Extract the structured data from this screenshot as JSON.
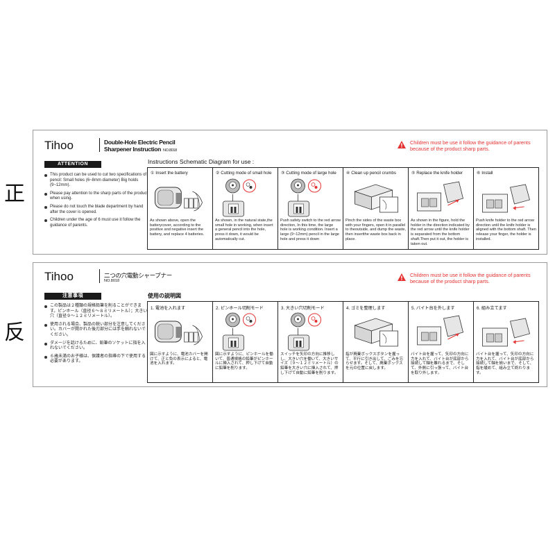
{
  "side_labels": {
    "front": "正",
    "back": "反"
  },
  "colors": {
    "warning": "#e53030",
    "attention_bg": "#1a1a1a"
  },
  "en": {
    "brand": "Tihoo",
    "title_line1": "Double-Hole Electric Pencil",
    "title_line2": "Sharpener Instruction",
    "model": "NO.8018",
    "warning": "Children must be use it follow the guidance of parents because of the product sharp parts.",
    "attention_label": "ATTENTION",
    "bullets": [
      "This product can be used to cut two specifications of pencil: Small holes (6~8mm diameter) Big holds (9~12mm).",
      "Please pay attention to the sharp parts of the product when using.",
      "Please do not touch the blade department by hand after the cover is opened.",
      "Children under the age of 6 must use it follow the guidance of parents."
    ],
    "schematic_title": "Instructions Schematic Diagram for use :",
    "steps": [
      {
        "head": "① Insert the battery",
        "text": "As shown above, open the batterycover, according to the positive and negative insert the battery, and replace 4 batteries.",
        "icon": "battery-install-icon"
      },
      {
        "head": "② Cutting mode of small hole",
        "text": "As shown, in the natural state,the small hole in working, when insert a general pencil into the hole, press it down, it would be automatically cut.",
        "icon": "small-hole-mode-icon"
      },
      {
        "head": "③ Cutting mode of large hole",
        "text": "Push safety switch to the red arrow direction, In this time, the large hole is working condition. Insert a large (9~12mm) pencil in the large hole and press it down",
        "icon": "large-hole-mode-icon"
      },
      {
        "head": "④ Clean up pencil crumbs",
        "text": "Pinch the sides of the waste box with your fingers, open it in parallel to theoutside, and dump the waste, then insertthe waste box back in place.",
        "icon": "waste-box-icon"
      },
      {
        "head": "⑤ Replace the knife holder",
        "text": "As shown in the figure, hold the holder in the direction indicated by the red arrow until the knife holder is separated from the bottom shaft.Then put it out, the holder is taken out.",
        "icon": "knife-holder-remove-icon"
      },
      {
        "head": "⑥ Install",
        "text": "Push knife holder to the red arrow direction until the knife holder is aligned with the bottom shaft. Then release your finger, the holder is installed.",
        "icon": "knife-holder-install-icon"
      }
    ]
  },
  "ja": {
    "brand": "Tihoo",
    "title_line1": "二つの穴電動シャープナー",
    "model": "NO.8018",
    "warning": "Children must be use it follow the guidance of parents because of the product sharp parts.",
    "attention_label": "注意事項",
    "bullets": [
      "この製品は２種類の規格鉛筆を削ることができます。ピンホール（直径６～８ミリメートル）；大きい穴（直径９～１２ミリメートル）。",
      "使用される場合、製品の鋭い部分を注意してください。カバーが開かれた後刃部分には手を触れないでください。",
      "ダメージを話けるために、鉛筆のソケットに指を入れないでください。",
      "６歳未満のお子様は、保護者の指導の下で使用する必要があります。"
    ],
    "schematic_title": "使用の説明図",
    "steps": [
      {
        "head": "1. 電池を入れます",
        "text": "図に示すように、電池カバーを開けて、正と負の表示によると、電池を入れます。",
        "icon": "battery-install-icon"
      },
      {
        "head": "2. ピンホール切削モード",
        "text": "図に示すように、ピンホールを働いて、普通規格の鉛筆がピンホールに挿入されて、押し下げて自動に鉛筆を削ります。",
        "icon": "small-hole-mode-icon"
      },
      {
        "head": "3. 大きい穴切削モード",
        "text": "スイッチを矢印の方向に推移しし、大きい穴を働いて、大きいサイズ（９～１２ミリメートル）の鉛筆を大きい穴に挿入されて、押し下げて自動に鉛筆を削ります。",
        "icon": "large-hole-mode-icon"
      },
      {
        "head": "4. ゴミを整理します",
        "text": "指が廃棄ボックスボタンを握って、平行に引き出して、ごみを忘らせます。そして、廃棄ボックスを元の位置に戻します。",
        "icon": "waste-box-icon"
      },
      {
        "head": "5. バイト台を外します",
        "text": "バイト台を握って、矢印の方向に力を入れて、バイト台が底部から接続して軸を離れるまで、そして、外側に引っ張って、バイト台を取り外します。",
        "icon": "knife-holder-remove-icon"
      },
      {
        "head": "6. 組み立てます",
        "text": "バイト台を握って、矢印の方向に力を入れて、バイト台が底部から接続して軸を揃いまで、そして、指を緩めて、組み立て終わります。",
        "icon": "knife-holder-install-icon"
      }
    ]
  }
}
